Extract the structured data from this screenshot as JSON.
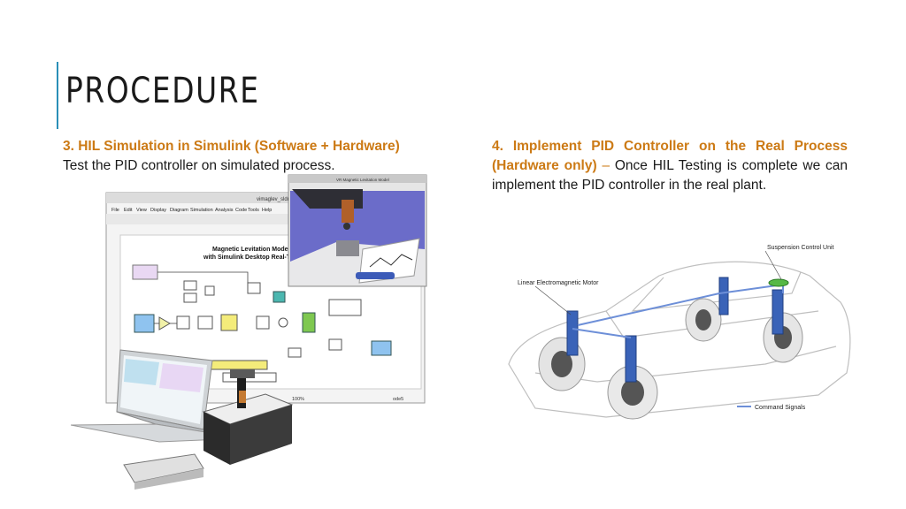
{
  "slide": {
    "title": "PROCEDURE",
    "accent_color": "#2a8fb7",
    "heading_color": "#cc7a15"
  },
  "left": {
    "heading": "3. HIL Simulation in Simulink (Software + Hardware)",
    "text": "Test the PID controller on simulated process.",
    "figure": {
      "window_title": "vimaglev_sldrt",
      "menu": [
        "File",
        "Edit",
        "View",
        "Display",
        "Diagram",
        "Simulation",
        "Analysis",
        "Code",
        "Tools",
        "Help"
      ],
      "model_title": "Magnetic Levitation Model",
      "model_subtitle": "with Simulink Desktop Real-Time",
      "vr_title": "VR Magnetic Levitation Model",
      "zoom": "100%",
      "solver": "ode5"
    }
  },
  "right": {
    "heading": "4. Implement PID Controller on the Real Process (Hardware only)",
    "dash": " – ",
    "text": "Once HIL Testing is complete we can implement the PID controller in the real plant.",
    "figure": {
      "label_suspension": "Suspension Control Unit",
      "label_motor": "Linear Electromagnetic Motor",
      "label_legend": "Command Signals"
    }
  }
}
